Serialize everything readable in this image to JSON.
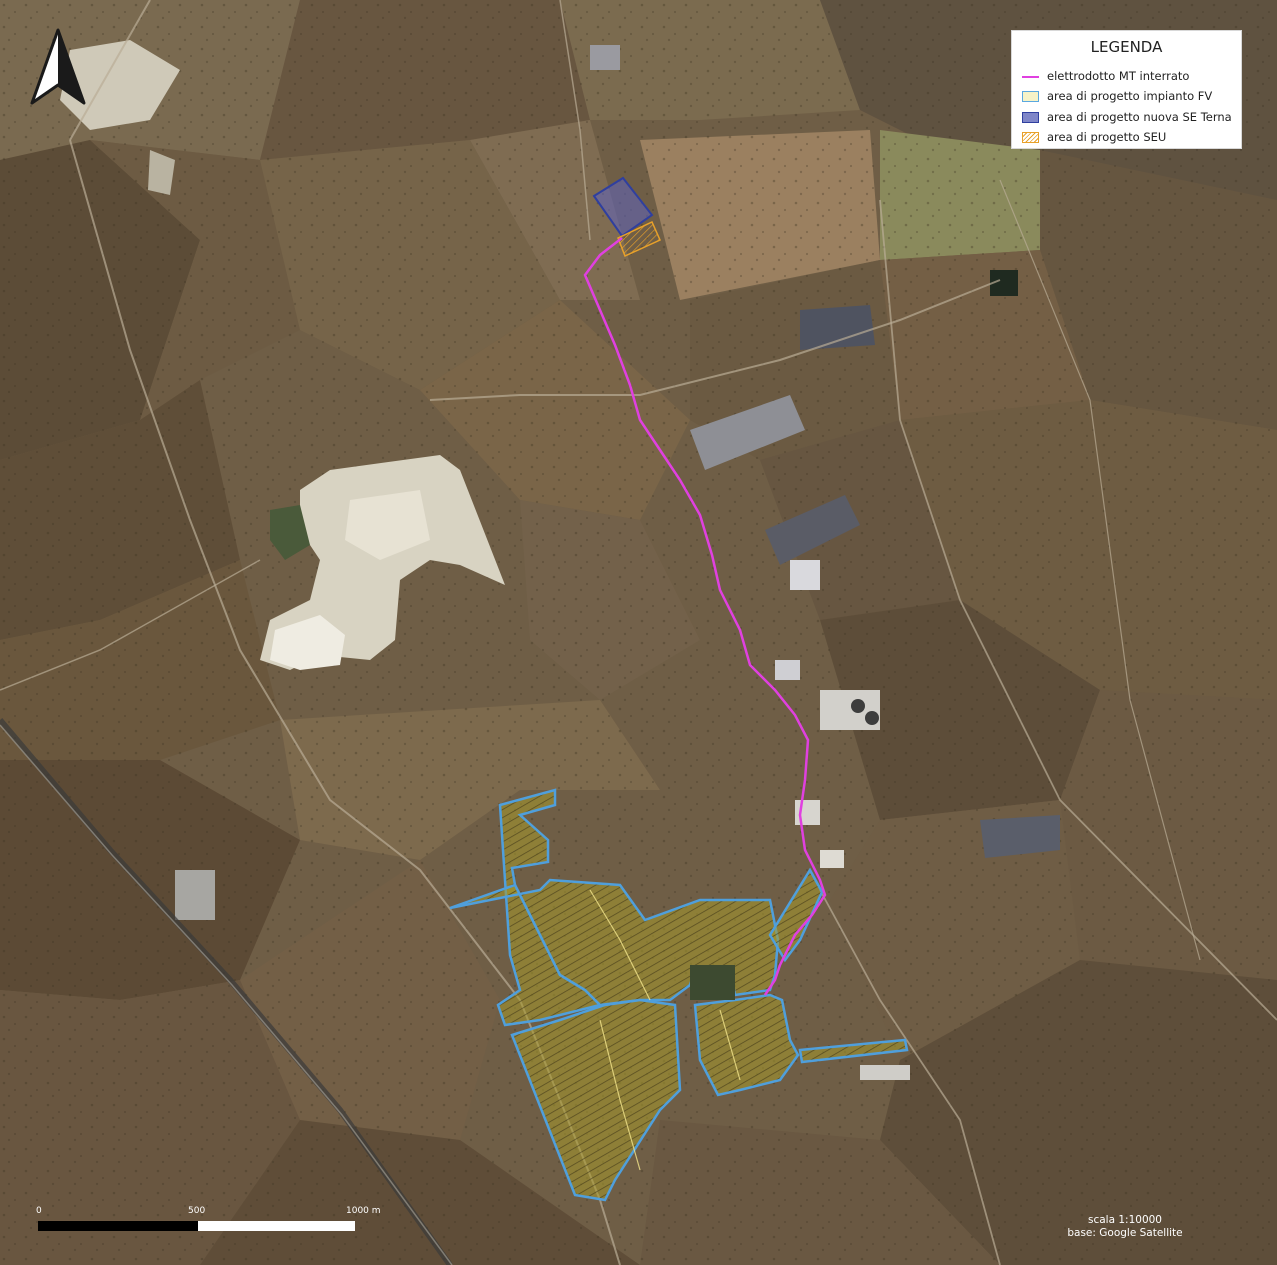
{
  "legend": {
    "title": "LEGENDA",
    "items": [
      {
        "label": "elettrodotto MT interrato",
        "color": "#e040e0"
      },
      {
        "label": "area di progetto impianto FV",
        "color": "#5aa8e0"
      },
      {
        "label": "area di progetto nuova SE Terna",
        "color": "#2f3f9f"
      },
      {
        "label": "area di progetto SEU",
        "color": "#e8a12a"
      }
    ]
  },
  "scalebar": {
    "tick0": "0",
    "tick1": "500",
    "tick2": "1000 m"
  },
  "scale_text": "scala 1:10000",
  "base_text": "base: Google Satellite",
  "icons": {
    "north_arrow": "north-arrow-icon"
  }
}
